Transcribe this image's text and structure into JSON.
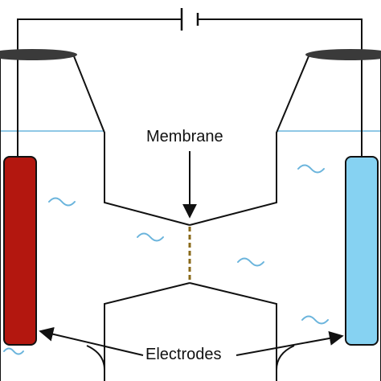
{
  "labels": {
    "membrane": "Membrane",
    "electrodes": "Electrodes"
  },
  "colors": {
    "outline": "#111111",
    "water_line": "#8fc8e6",
    "ripple": "#6ab4dc",
    "anode": "#b3170f",
    "cathode": "#86d2f2",
    "stopper": "#3a3a3a",
    "membrane": "#8a6a1a"
  },
  "icons": {
    "power_source": "battery-symbol",
    "ripple": "wave-tilde"
  }
}
